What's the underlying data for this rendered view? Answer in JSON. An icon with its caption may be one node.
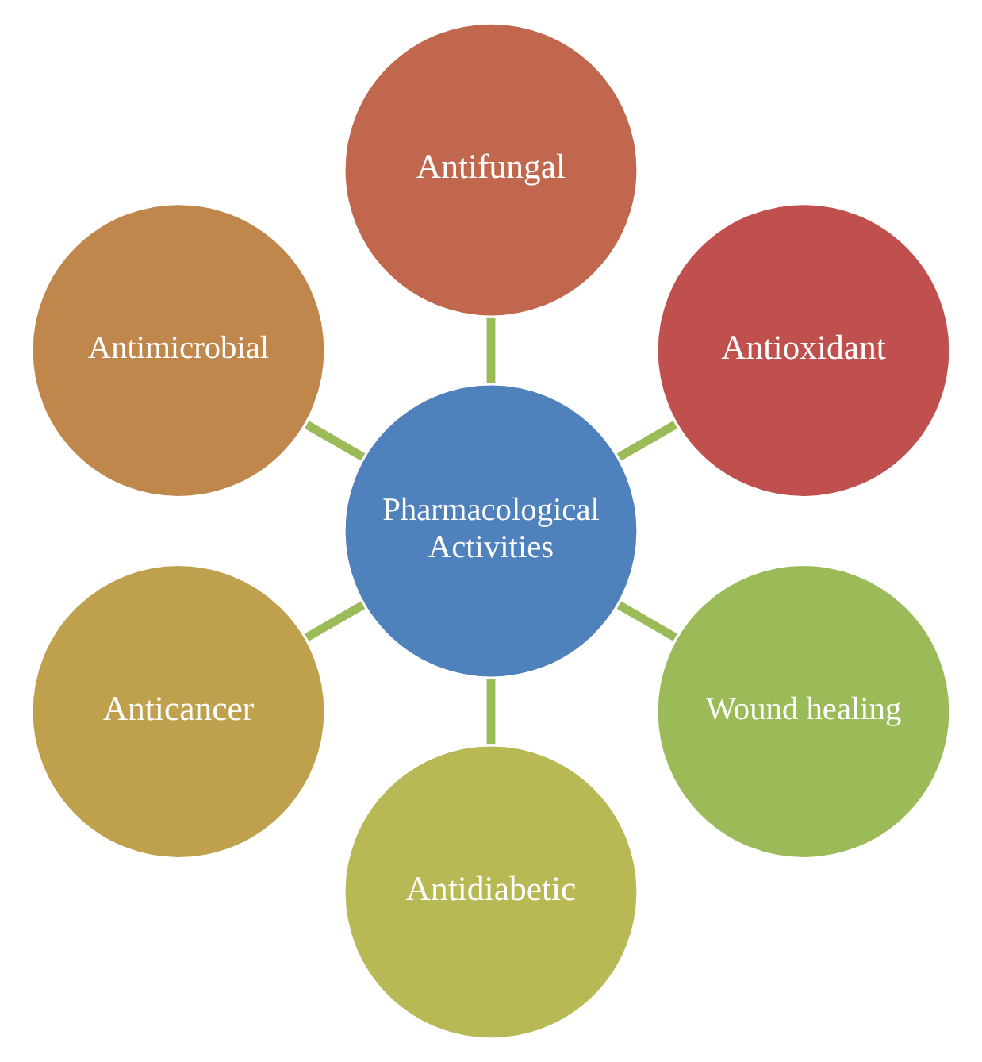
{
  "diagram": {
    "nodes": [
      {
        "text": [
          "Pharmacological Activities"
        ]
      },
      {
        "text": [
          "Antioxidant"
        ]
      },
      {
        "text": [
          "Antifungal"
        ]
      },
      {
        "text": [
          "Antimicrobial"
        ]
      },
      {
        "text": [
          "Anticancer"
        ]
      },
      {
        "text": [
          "Antidiabetic"
        ]
      },
      {
        "text": [
          "Wound healing"
        ]
      }
    ],
    "edges": [
      {
        "from": 0,
        "to": 1,
        "arrow": "none"
      },
      {
        "from": 0,
        "to": 2,
        "arrow": "none"
      },
      {
        "from": 0,
        "to": 3,
        "arrow": "none"
      },
      {
        "from": 0,
        "to": 4,
        "arrow": "none"
      },
      {
        "from": 0,
        "to": 5,
        "arrow": "none"
      },
      {
        "from": 0,
        "to": 6,
        "arrow": "none"
      }
    ]
  }
}
